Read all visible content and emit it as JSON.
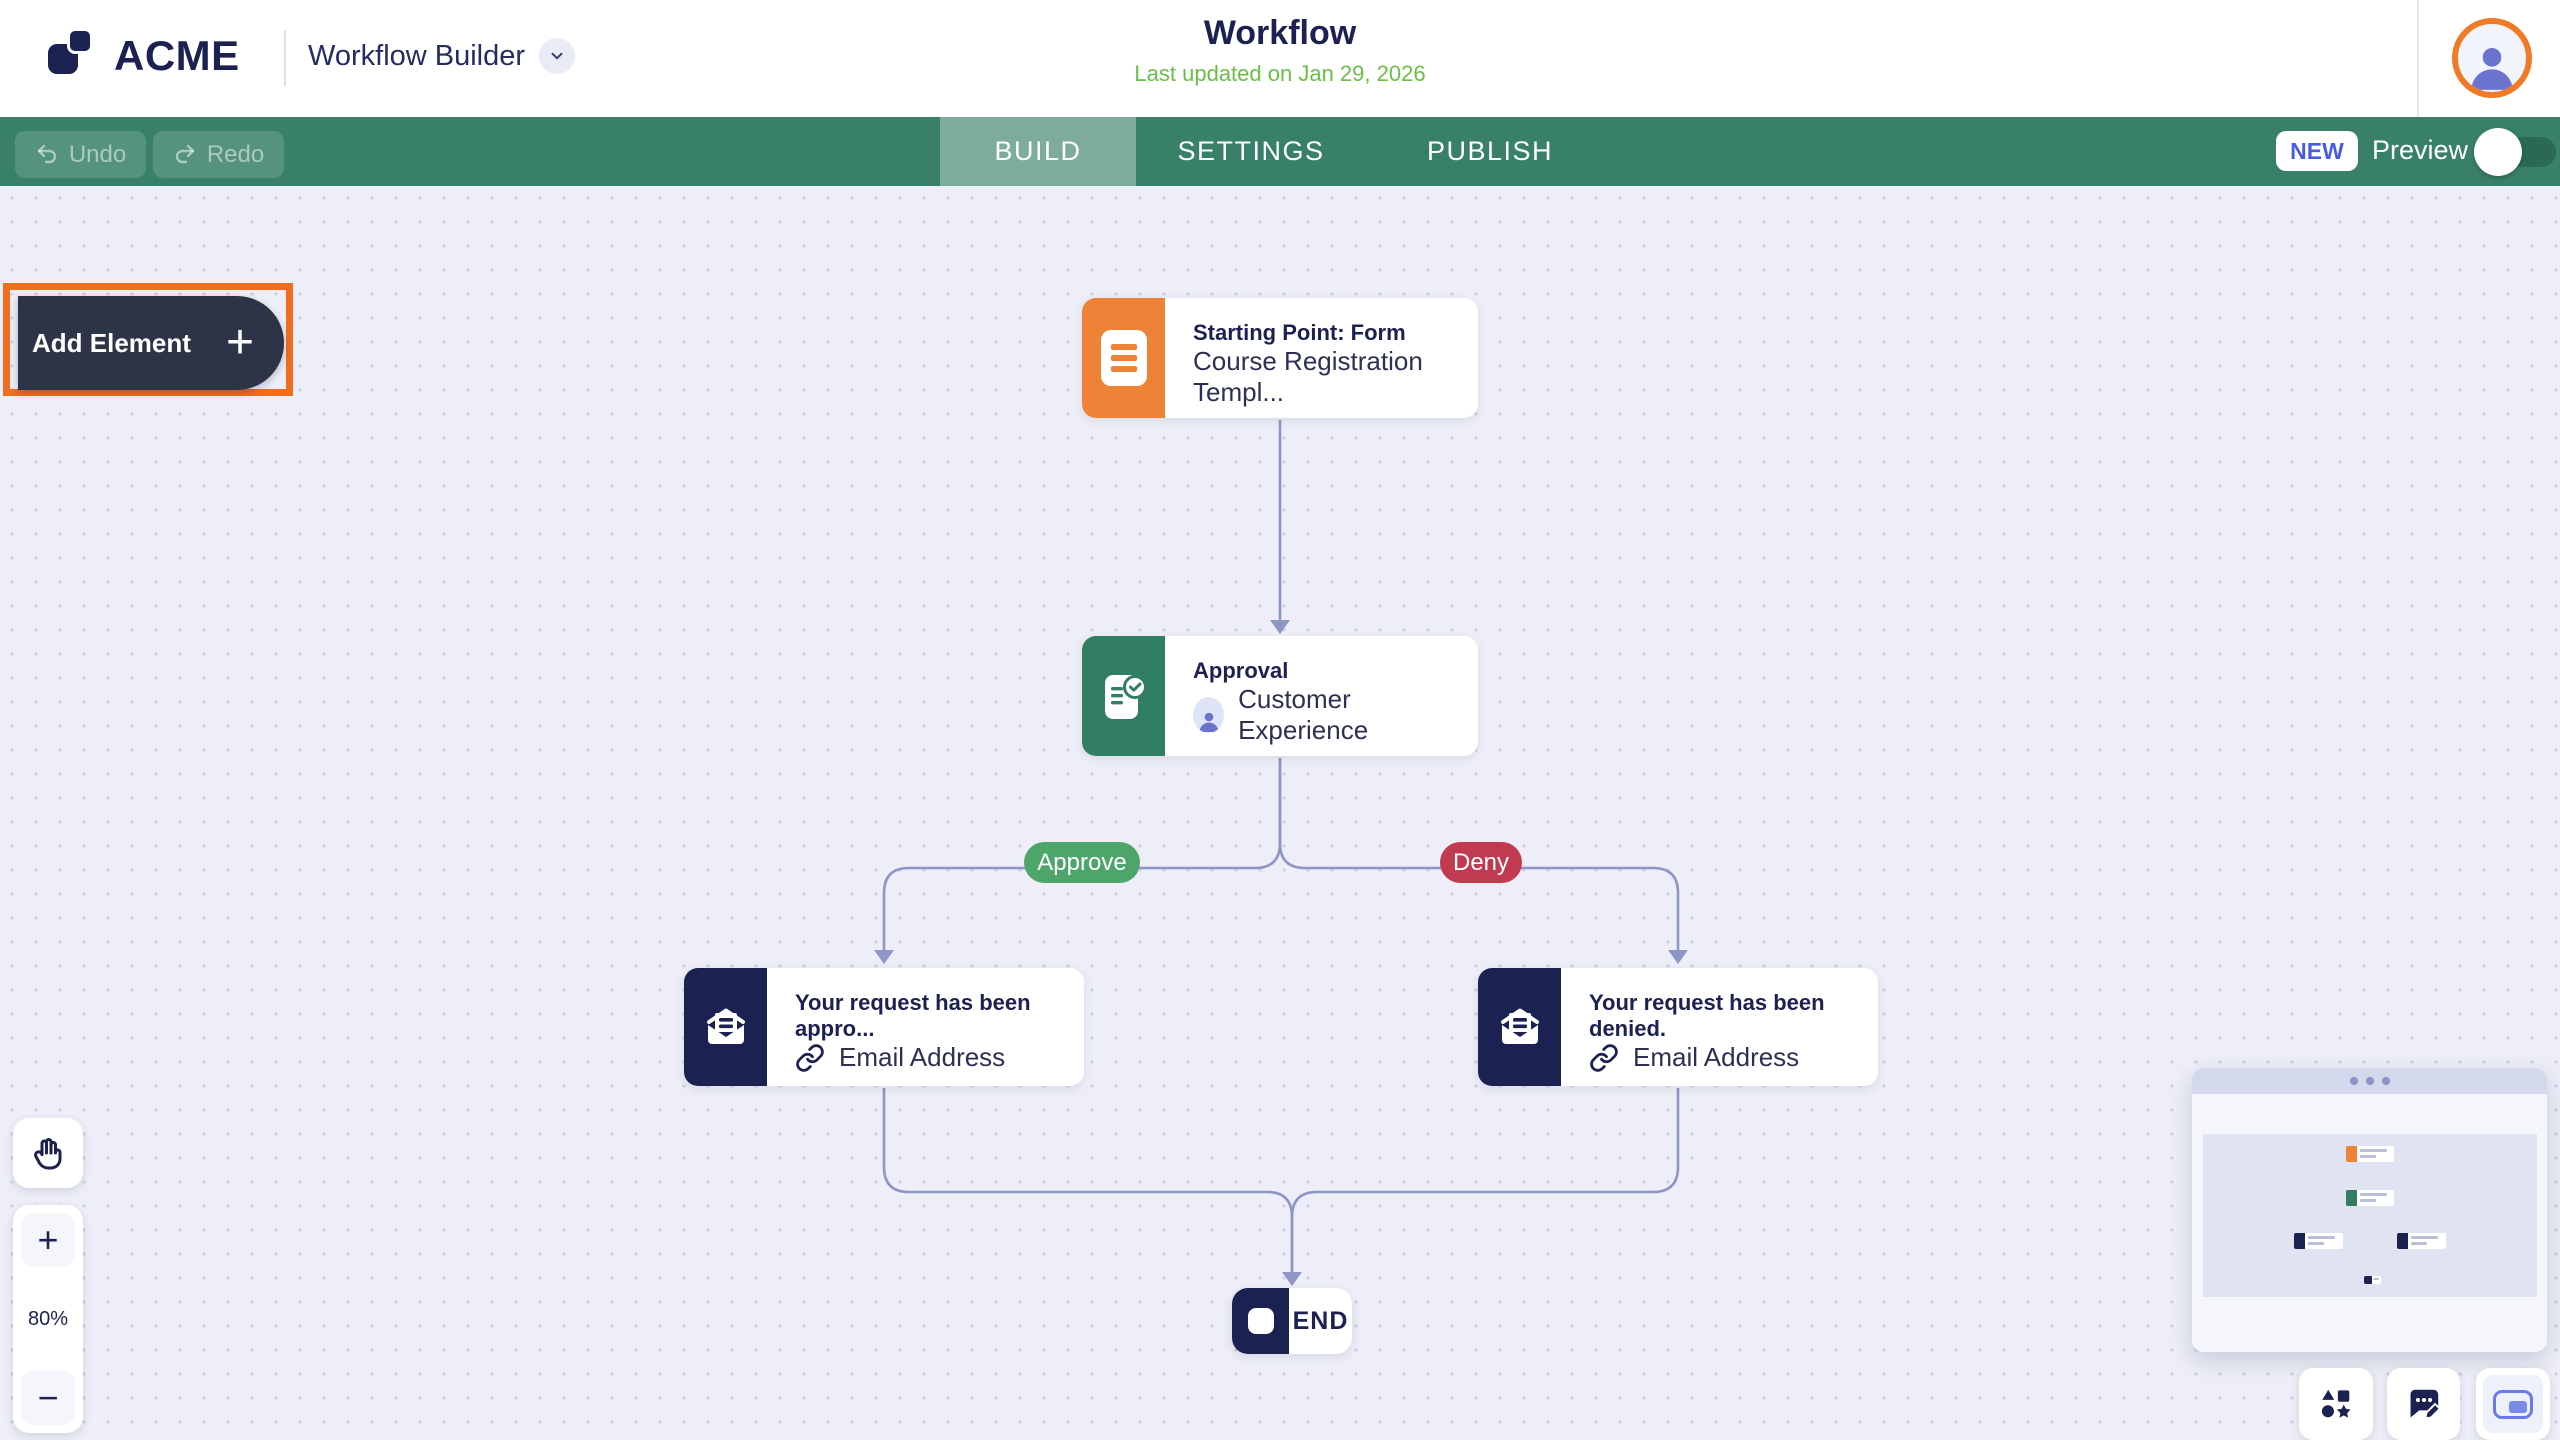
{
  "header": {
    "logo_text": "ACME",
    "app_name": "Workflow Builder",
    "title": "Workflow",
    "last_updated": "Last updated on Jan 29, 2026"
  },
  "toolbar": {
    "undo": "Undo",
    "redo": "Redo",
    "tabs": [
      {
        "label": "BUILD",
        "active": true
      },
      {
        "label": "SETTINGS",
        "active": false
      },
      {
        "label": "PUBLISH",
        "active": false
      }
    ],
    "new_badge": "NEW",
    "preview_label": "Preview",
    "preview_enabled": false
  },
  "canvas": {
    "add_element": "Add Element",
    "add_element_plus": "+",
    "zoom_level": "80%",
    "zoom_in": "+",
    "zoom_out": "−",
    "nodes": {
      "start": {
        "title": "Starting Point: Form",
        "subtitle": "Course Registration Templ..."
      },
      "approval": {
        "title": "Approval",
        "assignee": "Customer Experience"
      },
      "email_approved": {
        "title": "Your request has been appro...",
        "recipient": "Email Address"
      },
      "email_denied": {
        "title": "Your request has been denied.",
        "recipient": "Email Address"
      },
      "end": {
        "label": "END"
      }
    },
    "branches": {
      "approve": "Approve",
      "deny": "Deny"
    }
  },
  "colors": {
    "toolbar_green": "#38806a",
    "active_tab_green": "#7eac9a",
    "navy": "#1b2150",
    "start_node_orange": "#ee8236",
    "approval_node_green": "#317e64",
    "email_node_navy": "#1b2150",
    "connector_purple": "#8e96c6",
    "approve_badge_green": "#4da56a",
    "deny_badge_red": "#c23a50",
    "highlight_orange": "#f06e1e",
    "last_updated_green": "#6abf45",
    "new_badge_blue": "#4b5be0",
    "avatar_purple": "#6a73ce"
  }
}
